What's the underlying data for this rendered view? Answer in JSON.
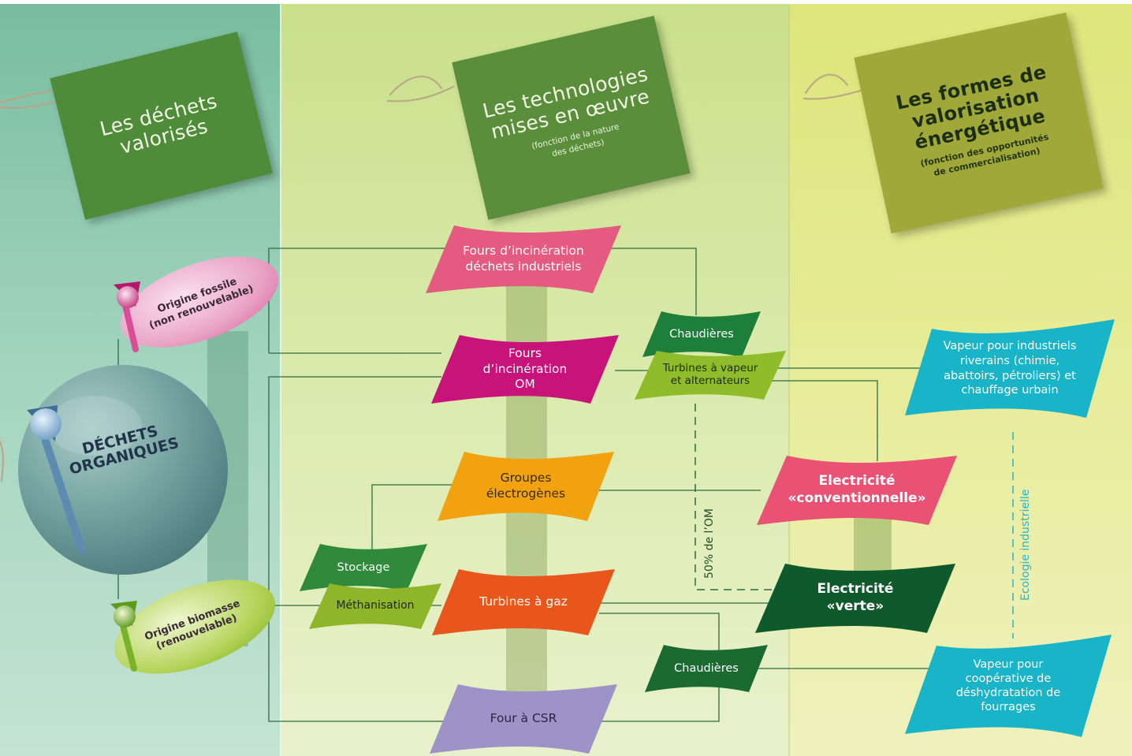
{
  "headers": {
    "waste": {
      "title": [
        "Les déchets",
        "valorisés"
      ]
    },
    "technologies": {
      "title": [
        "Les technologies",
        "mises en œuvre"
      ],
      "subtitle": [
        "(fonction de la nature",
        "des déchets)"
      ]
    },
    "forms": {
      "title": [
        "Les formes de",
        "valorisation",
        "énergétique"
      ],
      "subtitle": [
        "(fonction des opportunités",
        "de commercialisation)"
      ]
    }
  },
  "sources": {
    "main": {
      "label": [
        "DÉCHETS",
        "ORGANIQUES"
      ]
    },
    "fossil": {
      "label": [
        "Origine fossile",
        "(non renouvelable)"
      ],
      "color": "#e9a3c6"
    },
    "biomass": {
      "label": [
        "Origine biomasse",
        "(renouvelable)"
      ],
      "color": "#b5d45a"
    }
  },
  "technologies": [
    {
      "id": "fours-industriels",
      "lines": [
        "Fours d’incinération",
        "déchets industriels"
      ],
      "color": "#e55a80"
    },
    {
      "id": "fours-om",
      "lines": [
        "Fours",
        "d’incinération",
        "OM"
      ],
      "color": "#c8137b"
    },
    {
      "id": "groupes",
      "lines": [
        "Groupes",
        "électrogènes"
      ],
      "color": "#f2a20f",
      "text_color": "#3a2a00"
    },
    {
      "id": "stockage",
      "lines": [
        "Stockage"
      ],
      "color": "#2f8a3a"
    },
    {
      "id": "methanisation",
      "lines": [
        "Méthanisation"
      ],
      "color": "#8fb52a"
    },
    {
      "id": "turbines-gaz",
      "lines": [
        "Turbines à gaz"
      ],
      "color": "#e8561b"
    },
    {
      "id": "four-csr",
      "lines": [
        "Four à CSR"
      ],
      "color": "#9e93c7",
      "text_color": "#2c2540"
    },
    {
      "id": "chaudieres-1",
      "lines": [
        "Chaudières"
      ],
      "color": "#1e7f3a"
    },
    {
      "id": "turbines-vapeur",
      "lines": [
        "Turbines à vapeur",
        "et alternateurs"
      ],
      "color": "#8fbc2a",
      "text_color": "#1f2a08"
    },
    {
      "id": "chaudieres-2",
      "lines": [
        "Chaudières"
      ],
      "color": "#1a6a32"
    }
  ],
  "outputs": [
    {
      "id": "vapeur-industriels",
      "lines": [
        "Vapeur pour industriels",
        "riverains (chimie,",
        "abattoirs, pétroliers) et",
        "chauffage urbain"
      ],
      "color": "#1ab4c8"
    },
    {
      "id": "elec-conventionnelle",
      "lines": [
        "Electricité",
        "«conventionnelle»"
      ],
      "color": "#e95274"
    },
    {
      "id": "elec-verte",
      "lines": [
        "Electricité",
        "«verte»"
      ],
      "color": "#0f5a2c"
    },
    {
      "id": "vapeur-cooperative",
      "lines": [
        "Vapeur pour",
        "coopérative de",
        "déshydratation de",
        "fourrages"
      ],
      "color": "#1ab4c8"
    }
  ],
  "annotations": {
    "om_share": "50% de l’OM",
    "industrial_ecology": "Ecologie industrielle"
  },
  "colors": {
    "column_left": "#8fcaae",
    "column_middle": "#d8e8a0",
    "column_right": "#e6ec92",
    "connector": "#2e6b40",
    "dashed_ecology": "#2bb4c8"
  }
}
